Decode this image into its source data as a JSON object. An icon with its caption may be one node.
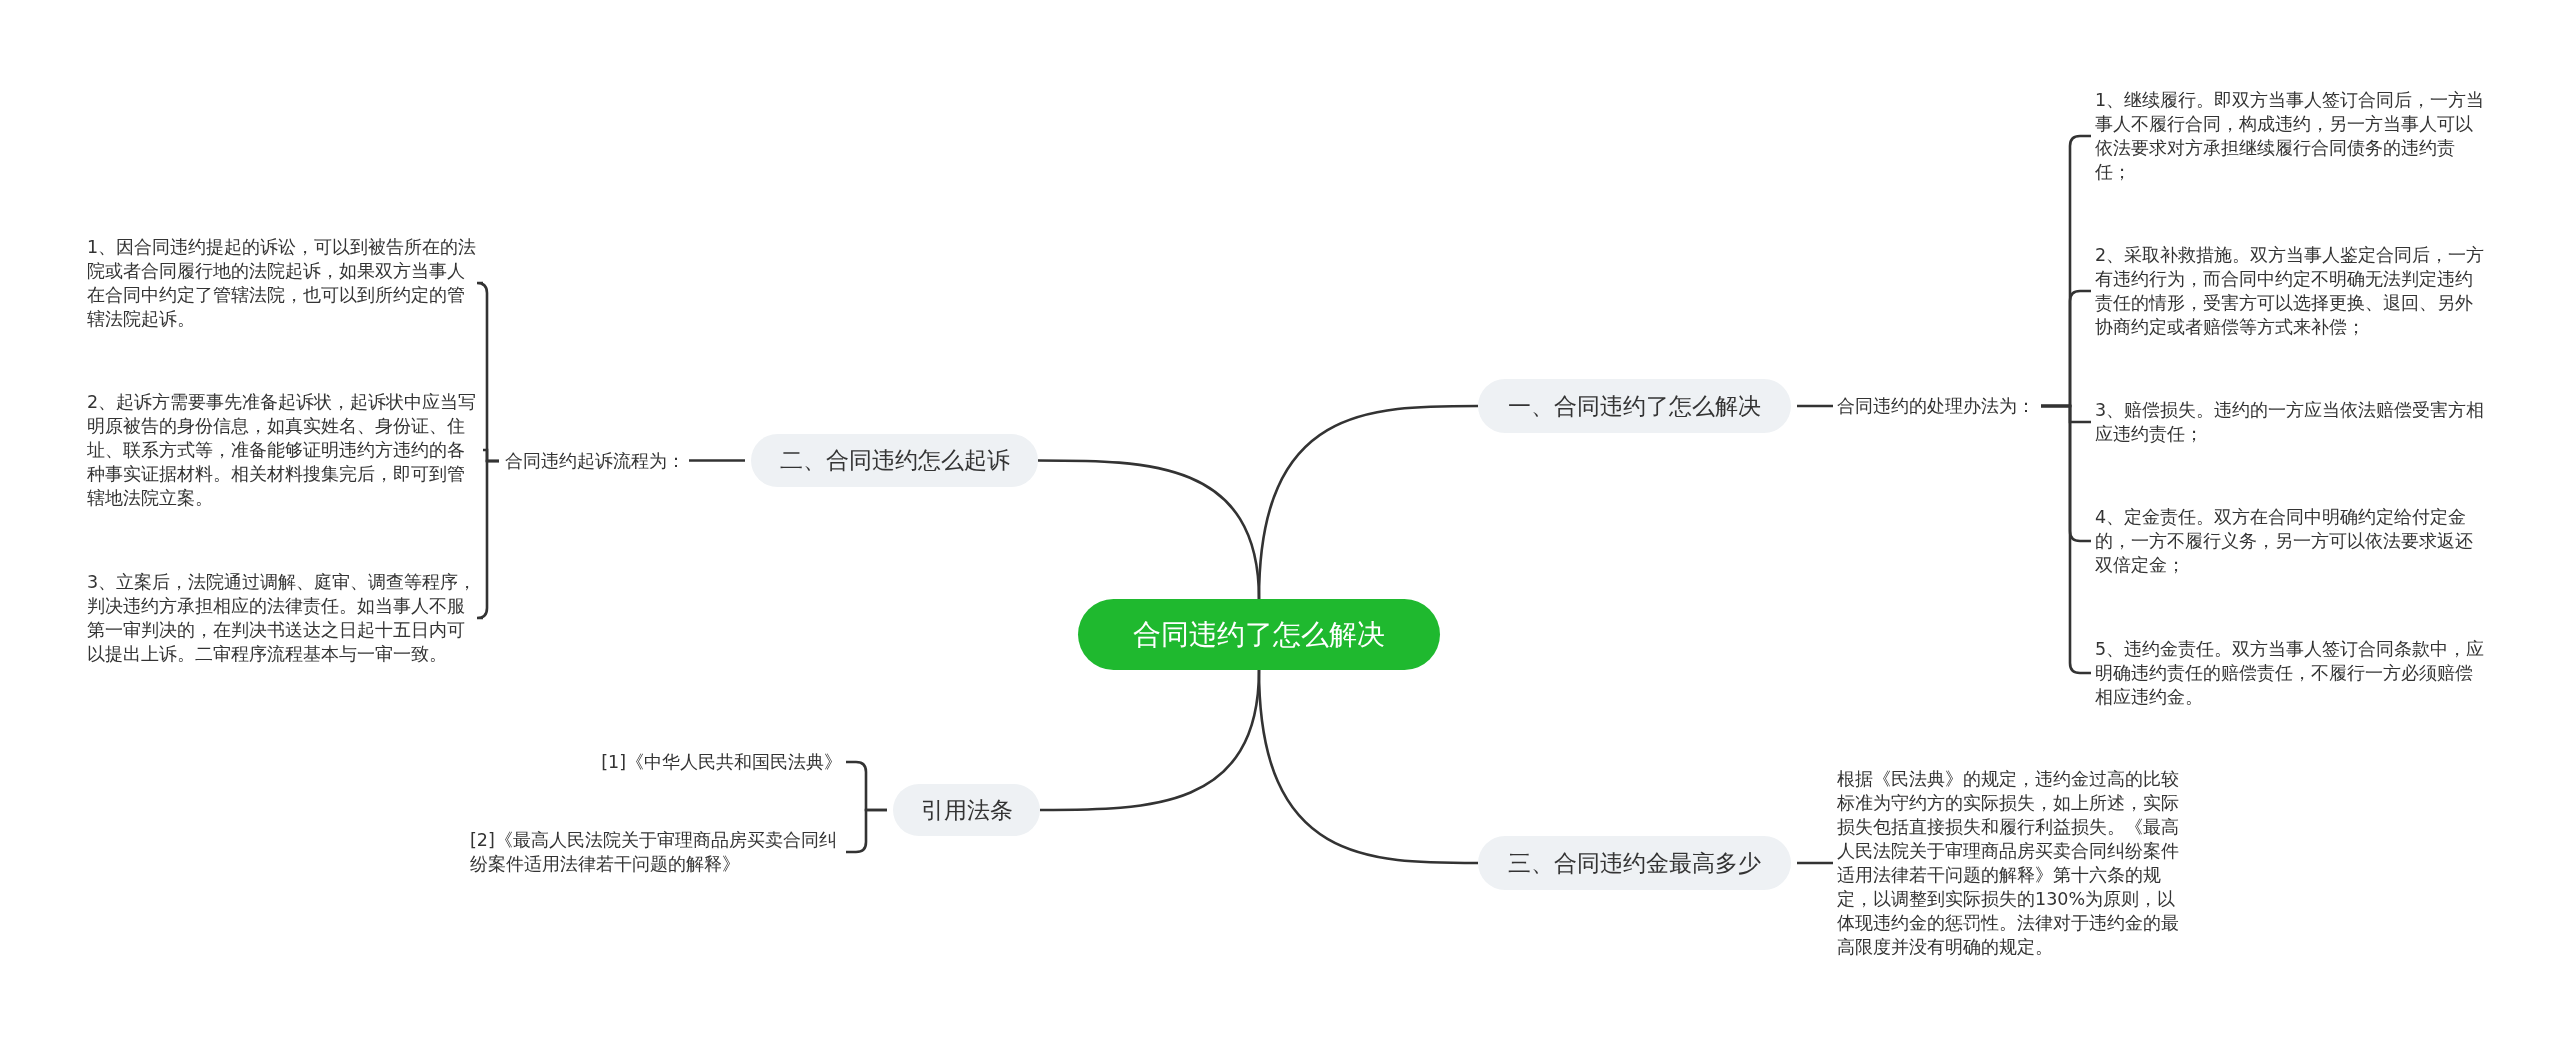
{
  "diagram": {
    "nodes": [
      {
        "text": [
          "合同违约了怎么解决"
        ]
      },
      {
        "text": [
          "一、合同违约了怎么解决"
        ]
      },
      {
        "text": [
          "合同违约的处理办法为："
        ]
      },
      {
        "text": [
          "1、继续履行。即双方当事人签订合同后，一方当事人不履行合同，构成违约，另一方当事人可以依法要求对方承担继续履行合同债务的违约责任；"
        ]
      },
      {
        "text": [
          "2、采取补救措施。双方当事人鉴定合同后，一方有违约行为，而合同中约定不明确无法判定违约责任的情形，受害方可以选择更换、退回、另外协商约定或者赔偿等方式来补偿；"
        ]
      },
      {
        "text": [
          "3、赔偿损失。违约的一方应当依法赔偿受害方相应违约责任；"
        ]
      },
      {
        "text": [
          "4、定金责任。双方在合同中明确约定给付定金的，一方不履行义务，另一方可以依法要求返还双倍定金；"
        ]
      },
      {
        "text": [
          "5、违约金责任。双方当事人签订合同条款中，应明确违约责任的赔偿责任，不履行一方必须赔偿相应违约金。"
        ]
      },
      {
        "text": [
          "二、合同违约怎么起诉"
        ]
      },
      {
        "text": [
          "合同违约起诉流程为："
        ]
      },
      {
        "text": [
          "1、因合同违约提起的诉讼，可以到被告所在的法院或者合同履行地的法院起诉，如果双方当事人在合同中约定了管辖法院，也可以到所约定的管辖法院起诉。"
        ]
      },
      {
        "text": [
          "2、起诉方需要事先准备起诉状，起诉状中应当写明原被告的身份信息，如真实姓名、身份证、住址、联系方式等，准备能够证明违约方违约的各种事实证据材料。相关材料搜集完后，即可到管辖地法院立案。"
        ]
      },
      {
        "text": [
          "3、立案后，法院通过调解、庭审、调查等程序，判决违约方承担相应的法律责任。如当事人不服第一审判决的，在判决书送达之日起十五日内可以提出上诉。二审程序流程基本与一审一致。"
        ]
      },
      {
        "text": [
          "三、合同违约金最高多少"
        ]
      },
      {
        "text": [
          "根据《民法典》的规定，违约金过高的比较标准为守约方的实际损失，如上所述，实际损失包括直接损失和履行利益损失。《最高人民法院关于审理商品房买卖合同纠纷案件适用法律若干问题的解释》第十六条的规定，以调整到实际损失的130%为原则，以体现违约金的惩罚性。法律对于违约金的最高限度并没有明确的规定。"
        ]
      },
      {
        "text": [
          "引用法条"
        ]
      },
      {
        "text": [
          "[1]《中华人民共和国民法典》"
        ]
      },
      {
        "text": [
          "[2]《最高人民法院关于审理商品房买卖合同纠纷案件适用法律若干问题的解释》"
        ]
      }
    ],
    "edges": [
      {
        "from": 0,
        "to": 1,
        "arrow": "none"
      },
      {
        "from": 1,
        "to": 2,
        "arrow": "none"
      },
      {
        "from": 2,
        "to": 3,
        "arrow": "none"
      },
      {
        "from": 2,
        "to": 4,
        "arrow": "none"
      },
      {
        "from": 2,
        "to": 5,
        "arrow": "none"
      },
      {
        "from": 2,
        "to": 6,
        "arrow": "none"
      },
      {
        "from": 2,
        "to": 7,
        "arrow": "none"
      },
      {
        "from": 0,
        "to": 8,
        "arrow": "none"
      },
      {
        "from": 8,
        "to": 9,
        "arrow": "none"
      },
      {
        "from": 9,
        "to": 10,
        "arrow": "none"
      },
      {
        "from": 9,
        "to": 11,
        "arrow": "none"
      },
      {
        "from": 9,
        "to": 12,
        "arrow": "none"
      },
      {
        "from": 0,
        "to": 13,
        "arrow": "none"
      },
      {
        "from": 13,
        "to": 14,
        "arrow": "none"
      },
      {
        "from": 0,
        "to": 15,
        "arrow": "none"
      },
      {
        "from": 15,
        "to": 16,
        "arrow": "none"
      },
      {
        "from": 15,
        "to": 17,
        "arrow": "none"
      }
    ]
  }
}
